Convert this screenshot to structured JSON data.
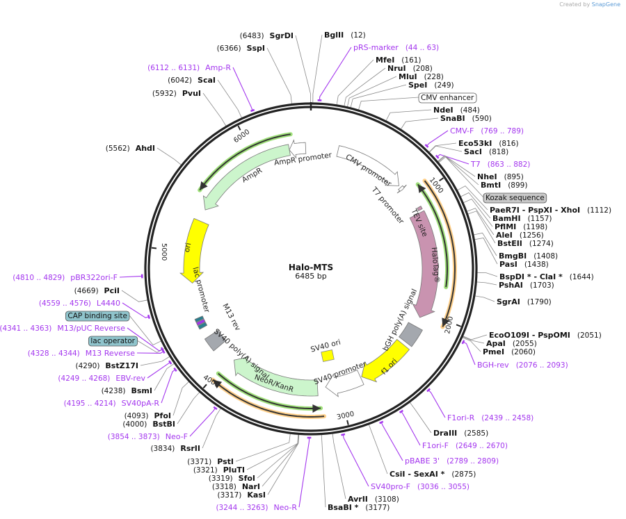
{
  "header": {
    "created_by": "Created by",
    "brand": "SnapGene"
  },
  "map": {
    "title": "Halo-MTS",
    "length": "6485 bp",
    "total_bp": 6485
  },
  "colors": {
    "primer": "#a335ee",
    "backbone": "#222222",
    "ampr": "#ccf5cc",
    "ori": "#ffff00",
    "halotag": "#c993b0",
    "polya": "#a4a8ae",
    "orf_green": "#9fe07a",
    "orf_orange": "#ffd08a",
    "lac_box": "#8fc4cc",
    "kozak_box": "#c8c8c8"
  },
  "ticks": [
    "1000",
    "2000",
    "3000",
    "4000",
    "5000",
    "6000"
  ],
  "features": {
    "ampr_promoter": "AmpR promoter",
    "ampr": "AmpR",
    "cmv_promoter": "CMV promoter",
    "t7_promoter": "T7 promoter",
    "tev_site": "TEV site",
    "halotag": "HaloTag®",
    "bgh": "bGH poly(A) signal",
    "f1_ori": "f1 ori",
    "sv40_promoter": "SV40 promoter",
    "sv40_ori": "SV40 ori",
    "neor": "NeoR/KanR",
    "sv40_polya": "SV40 poly(A) signal",
    "m13_rev": "M13 rev",
    "lac_promoter": "lac promoter",
    "ori": "ori"
  },
  "labels": [
    {
      "kind": "enzyme",
      "name": "BglII",
      "value": "(12)",
      "bp": 12
    },
    {
      "kind": "primer",
      "name": "pRS-marker",
      "value": "(44 .. 63)",
      "bp": 53
    },
    {
      "kind": "enzyme",
      "name": "MfeI",
      "value": "(161)",
      "bp": 161
    },
    {
      "kind": "enzyme",
      "name": "NruI",
      "value": "(208)",
      "bp": 208
    },
    {
      "kind": "enzyme",
      "name": "MluI",
      "value": "(228)",
      "bp": 228
    },
    {
      "kind": "enzyme",
      "name": "SpeI",
      "value": "(249)",
      "bp": 249
    },
    {
      "kind": "box",
      "name": "CMV enhancer",
      "value": "",
      "bp": 300
    },
    {
      "kind": "enzyme",
      "name": "NdeI",
      "value": "(484)",
      "bp": 484
    },
    {
      "kind": "enzyme",
      "name": "SnaBI",
      "value": "(590)",
      "bp": 590
    },
    {
      "kind": "primer",
      "name": "CMV-F",
      "value": "(769 .. 789)",
      "bp": 779
    },
    {
      "kind": "enzyme",
      "name": "Eco53kI",
      "value": "(816)",
      "bp": 816
    },
    {
      "kind": "enzyme",
      "name": "SacI",
      "value": "(818)",
      "bp": 818
    },
    {
      "kind": "primer",
      "name": "T7",
      "value": "(863 .. 882)",
      "bp": 872
    },
    {
      "kind": "enzyme",
      "name": "NheI",
      "value": "(895)",
      "bp": 895
    },
    {
      "kind": "enzyme",
      "name": "BmtI",
      "value": "(899)",
      "bp": 899
    },
    {
      "kind": "box",
      "name": "Kozak sequence",
      "value": "",
      "bp": 905
    },
    {
      "kind": "enzyme",
      "name": "PaeR7I   - PspXI   - XhoI",
      "value": "(1112)",
      "bp": 1112
    },
    {
      "kind": "enzyme",
      "name": "BamHI",
      "value": "(1157)",
      "bp": 1157
    },
    {
      "kind": "enzyme",
      "name": "PflMI",
      "value": "(1198)",
      "bp": 1198
    },
    {
      "kind": "enzyme",
      "name": "AleI",
      "value": "(1256)",
      "bp": 1256
    },
    {
      "kind": "enzyme",
      "name": "BstEII",
      "value": "(1274)",
      "bp": 1274
    },
    {
      "kind": "enzyme",
      "name": "BmgBI",
      "value": "(1408)",
      "bp": 1408
    },
    {
      "kind": "enzyme",
      "name": "PasI",
      "value": "(1438)",
      "bp": 1438
    },
    {
      "kind": "enzyme",
      "name": "BspDI *  - ClaI *",
      "value": "(1644)",
      "bp": 1644
    },
    {
      "kind": "enzyme",
      "name": "PshAI",
      "value": "(1703)",
      "bp": 1703
    },
    {
      "kind": "enzyme",
      "name": "SgrAI",
      "value": "(1790)",
      "bp": 1790
    },
    {
      "kind": "enzyme",
      "name": "EcoO109I  - PspOMI",
      "value": "(2051)",
      "bp": 2051
    },
    {
      "kind": "enzyme",
      "name": "ApaI",
      "value": "(2055)",
      "bp": 2055
    },
    {
      "kind": "enzyme",
      "name": "PmeI",
      "value": "(2060)",
      "bp": 2060
    },
    {
      "kind": "primer",
      "name": "BGH-rev",
      "value": "(2076 .. 2093)",
      "bp": 2084
    },
    {
      "kind": "primer",
      "name": "F1ori-R",
      "value": "(2439 .. 2458)",
      "bp": 2448
    },
    {
      "kind": "enzyme",
      "name": "DraIII",
      "value": "(2585)",
      "bp": 2585
    },
    {
      "kind": "primer",
      "name": "F1ori-F",
      "value": "(2649 .. 2670)",
      "bp": 2660
    },
    {
      "kind": "primer",
      "name": "pBABE 3'",
      "value": "(2789 .. 2809)",
      "bp": 2799
    },
    {
      "kind": "enzyme",
      "name": "CsiI  - SexAI *",
      "value": "(2875)",
      "bp": 2875
    },
    {
      "kind": "primer",
      "name": "SV40pro-F",
      "value": "(3036 .. 3055)",
      "bp": 3045
    },
    {
      "kind": "enzyme",
      "name": "AvrII",
      "value": "(3108)",
      "bp": 3108
    },
    {
      "kind": "enzyme",
      "name": "BsaBI *",
      "value": "(3177)",
      "bp": 3177
    },
    {
      "kind": "primer",
      "name": "Neo-R",
      "value": "(3244 .. 3263)",
      "bp": 3253
    },
    {
      "kind": "enzyme",
      "name": "KasI",
      "value": "(3317)",
      "bp": 3317
    },
    {
      "kind": "enzyme",
      "name": "NarI",
      "value": "(3318)",
      "bp": 3318
    },
    {
      "kind": "enzyme",
      "name": "SfoI",
      "value": "(3319)",
      "bp": 3319
    },
    {
      "kind": "enzyme",
      "name": "PluTI",
      "value": "(3321)",
      "bp": 3321
    },
    {
      "kind": "enzyme",
      "name": "PstI",
      "value": "(3371)",
      "bp": 3371
    },
    {
      "kind": "enzyme",
      "name": "RsrII",
      "value": "(3834)",
      "bp": 3834
    },
    {
      "kind": "primer",
      "name": "Neo-F",
      "value": "(3854 .. 3873)",
      "bp": 3863
    },
    {
      "kind": "enzyme",
      "name": "BstBI",
      "value": "(4000)",
      "bp": 4000
    },
    {
      "kind": "enzyme",
      "name": "PfoI",
      "value": "(4093)",
      "bp": 4093
    },
    {
      "kind": "primer",
      "name": "SV40pA-R",
      "value": "(4195 .. 4214)",
      "bp": 4204
    },
    {
      "kind": "enzyme",
      "name": "BsmI",
      "value": "(4238)",
      "bp": 4238
    },
    {
      "kind": "primer",
      "name": "EBV-rev",
      "value": "(4249 .. 4268)",
      "bp": 4258
    },
    {
      "kind": "enzyme",
      "name": "BstZ17I",
      "value": "(4290)",
      "bp": 4290
    },
    {
      "kind": "primer",
      "name": "M13 Reverse",
      "value": "(4328 .. 4344)",
      "bp": 4336
    },
    {
      "kind": "box",
      "name": "lac operator",
      "value": "",
      "bp": 4350
    },
    {
      "kind": "primer",
      "name": "M13/pUC Reverse",
      "value": "(4341 .. 4363)",
      "bp": 4352
    },
    {
      "kind": "box",
      "name": "CAP binding site",
      "value": "",
      "bp": 4400
    },
    {
      "kind": "primer",
      "name": "L4440",
      "value": "(4559 .. 4576)",
      "bp": 4567
    },
    {
      "kind": "enzyme",
      "name": "PciI",
      "value": "(4669)",
      "bp": 4669
    },
    {
      "kind": "primer",
      "name": "pBR322ori-F",
      "value": "(4810 .. 4829)",
      "bp": 4819
    },
    {
      "kind": "enzyme",
      "name": "AhdI",
      "value": "(5562)",
      "bp": 5562
    },
    {
      "kind": "enzyme",
      "name": "PvuI",
      "value": "(5932)",
      "bp": 5932
    },
    {
      "kind": "enzyme",
      "name": "ScaI",
      "value": "(6042)",
      "bp": 6042
    },
    {
      "kind": "primer",
      "name": "Amp-R",
      "value": "(6112 .. 6131)",
      "bp": 6121
    },
    {
      "kind": "enzyme",
      "name": "SspI",
      "value": "(6366)",
      "bp": 6366
    },
    {
      "kind": "enzyme",
      "name": "SgrDI",
      "value": "(6483)",
      "bp": 6483
    }
  ]
}
